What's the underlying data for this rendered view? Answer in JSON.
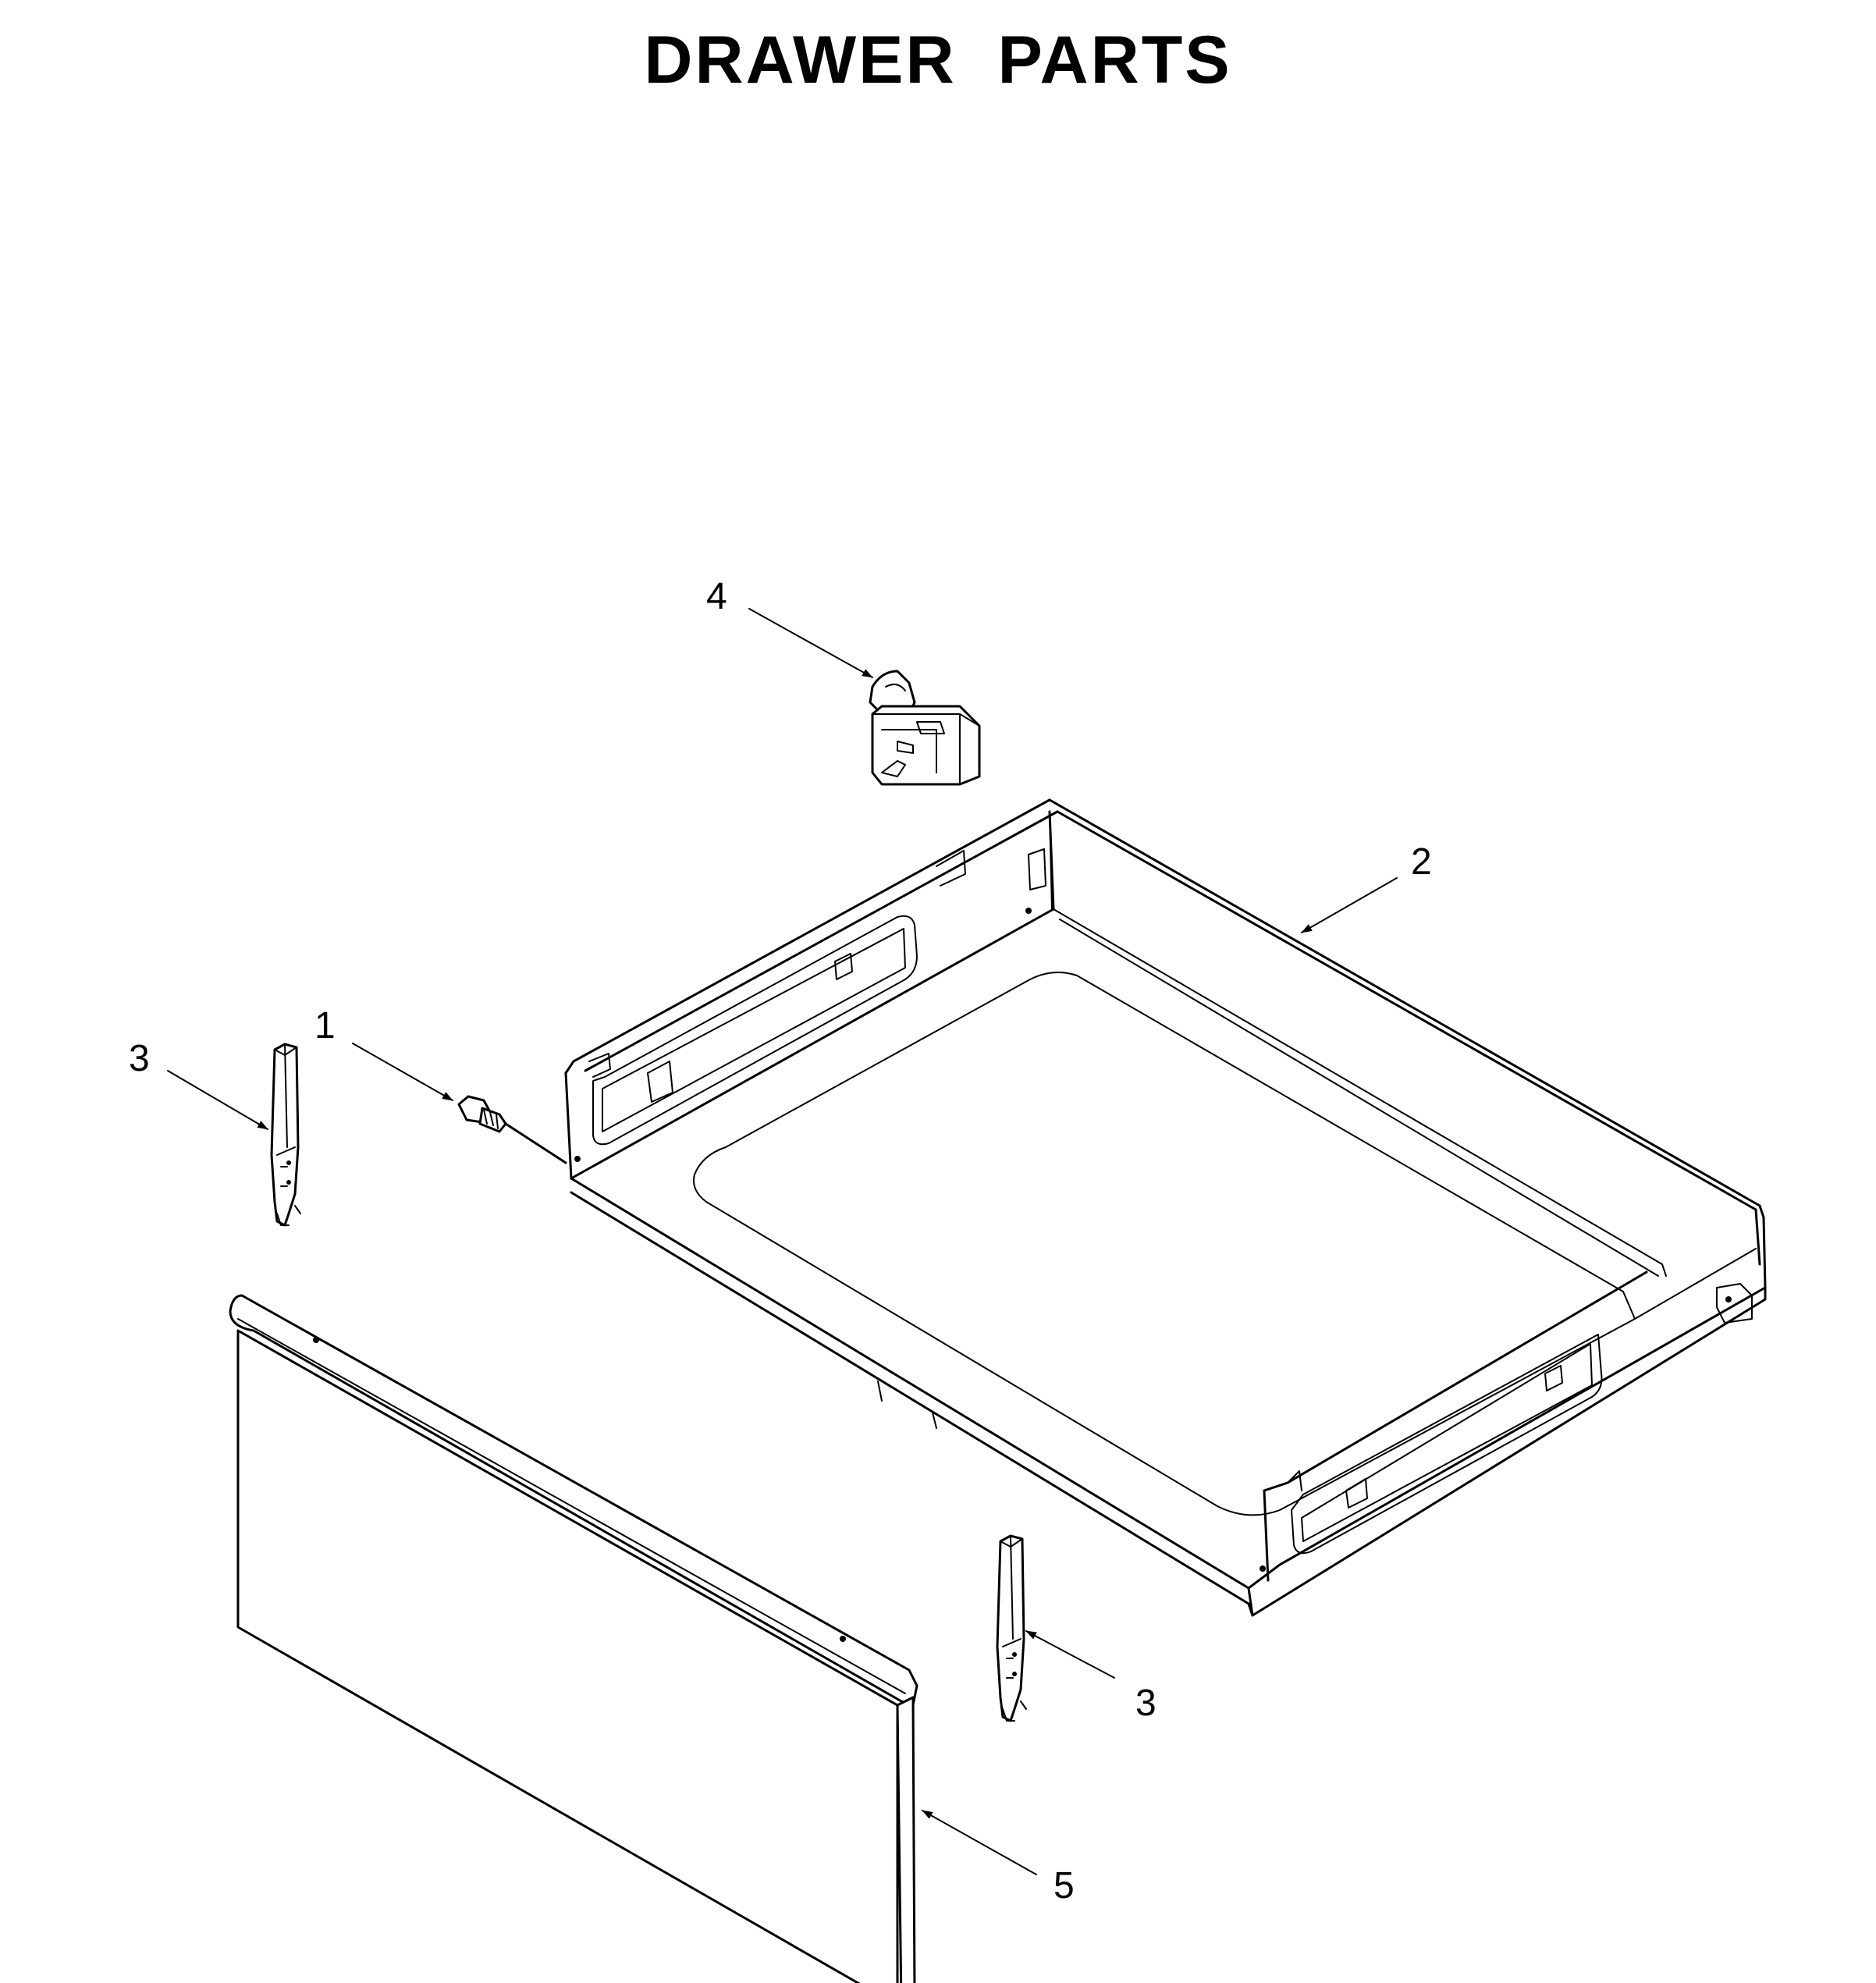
{
  "title": "DRAWER PARTS",
  "callouts": [
    {
      "id": "1",
      "label": "1",
      "part": "screw"
    },
    {
      "id": "2",
      "label": "2",
      "part": "drawer"
    },
    {
      "id": "3a",
      "label": "3",
      "part": "slide rail left"
    },
    {
      "id": "3b",
      "label": "3",
      "part": "slide rail right"
    },
    {
      "id": "4",
      "label": "4",
      "part": "bracket"
    },
    {
      "id": "5",
      "label": "5",
      "part": "drawer front panel"
    }
  ]
}
